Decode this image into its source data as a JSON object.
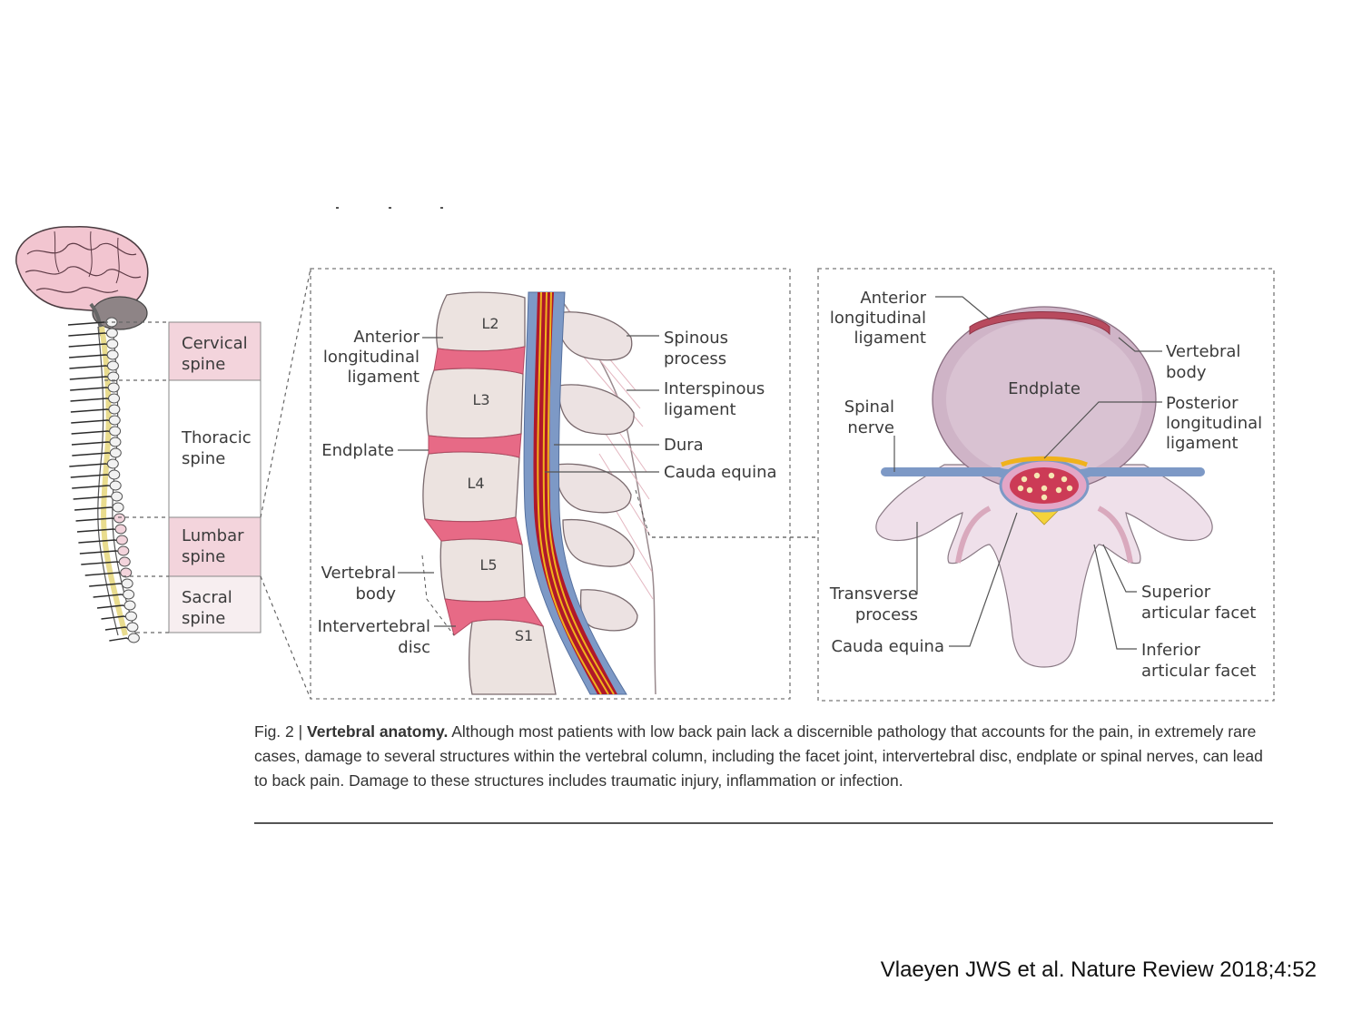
{
  "segments": {
    "cervical": [
      "Cervical",
      "spine"
    ],
    "thoracic": [
      "Thoracic",
      "spine"
    ],
    "lumbar": [
      "Lumbar",
      "spine"
    ],
    "sacral": [
      "Sacral",
      "spine"
    ]
  },
  "sagittal": {
    "vertebrae": [
      "L2",
      "L3",
      "L4",
      "L5",
      "S1"
    ],
    "left_labels": {
      "anterior_ligament": [
        "Anterior",
        "longitudinal",
        "ligament"
      ],
      "endplate": "Endplate",
      "vertebral_body": [
        "Vertebral",
        "body"
      ],
      "intervertebral_disc": [
        "Intervertebral",
        "disc"
      ]
    },
    "right_labels": {
      "spinous_process": [
        "Spinous",
        "process"
      ],
      "interspinous_ligament": [
        "Interspinous",
        "ligament"
      ],
      "dura": "Dura",
      "cauda_equina": "Cauda equina"
    }
  },
  "axial": {
    "center_label": "Endplate",
    "labels": {
      "anterior_ligament": [
        "Anterior",
        "longitudinal",
        "ligament"
      ],
      "spinal_nerve": [
        "Spinal",
        "nerve"
      ],
      "transverse_process": [
        "Transverse",
        "process"
      ],
      "cauda_equina": "Cauda equina",
      "vertebral_body": [
        "Vertebral",
        "body"
      ],
      "posterior_ligament": [
        "Posterior",
        "longitudinal",
        "ligament"
      ],
      "superior_facet": [
        "Superior",
        "articular facet"
      ],
      "inferior_facet": [
        "Inferior",
        "articular facet"
      ]
    }
  },
  "caption": {
    "prefix": "Fig. 2 | ",
    "title": "Vertebral anatomy.",
    "body": " Although most patients with low back pain lack a discernible pathology that accounts for the pain, in extremely rare cases, damage to several structures within the vertebral column, including the facet joint, intervertebral disc, endplate or spinal nerves, can lead to back pain. Damage to these structures includes traumatic injury, inflammation or infection."
  },
  "citation": "Vlaeyen JWS et al. Nature Review 2018;4:52",
  "colors": {
    "segment_pink": "#f3d4dc",
    "bone": "#ede3e3",
    "disc": "#e76a86",
    "cord_red": "#b0182a",
    "dura_blue": "#7d99c6",
    "nerve_yellow": "#f0b21c",
    "vertebral_body_mauve": "#cfb4c7",
    "ligament_red": "#b84a5e"
  }
}
